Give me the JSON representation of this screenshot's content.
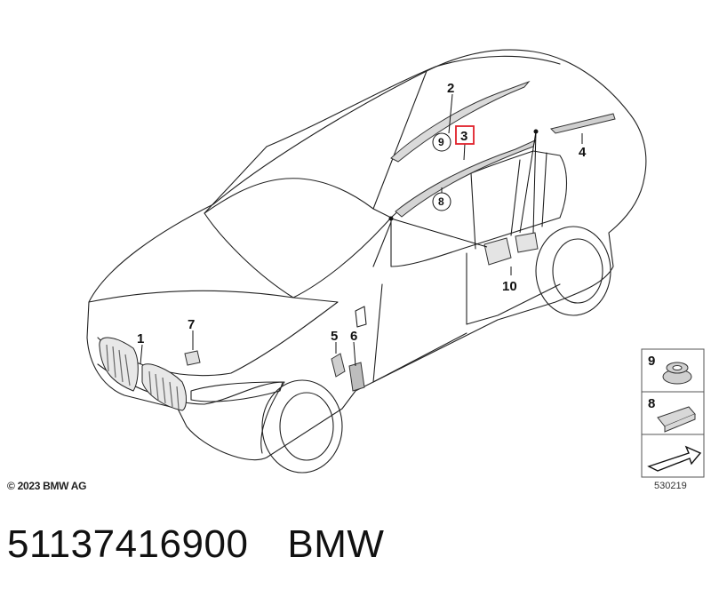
{
  "callouts": {
    "c1": "1",
    "c2": "2",
    "c3": "3",
    "c4": "4",
    "c5": "5",
    "c6": "6",
    "c7": "7",
    "c8": "8",
    "c9": "9",
    "c10": "10"
  },
  "legend": {
    "item9": "9",
    "item8": "8"
  },
  "highlight_color": "#e0202a",
  "copyright": "© 2023 BMW AG",
  "reference_number": "530219",
  "part_number": "51137416900",
  "brand": "BMW"
}
